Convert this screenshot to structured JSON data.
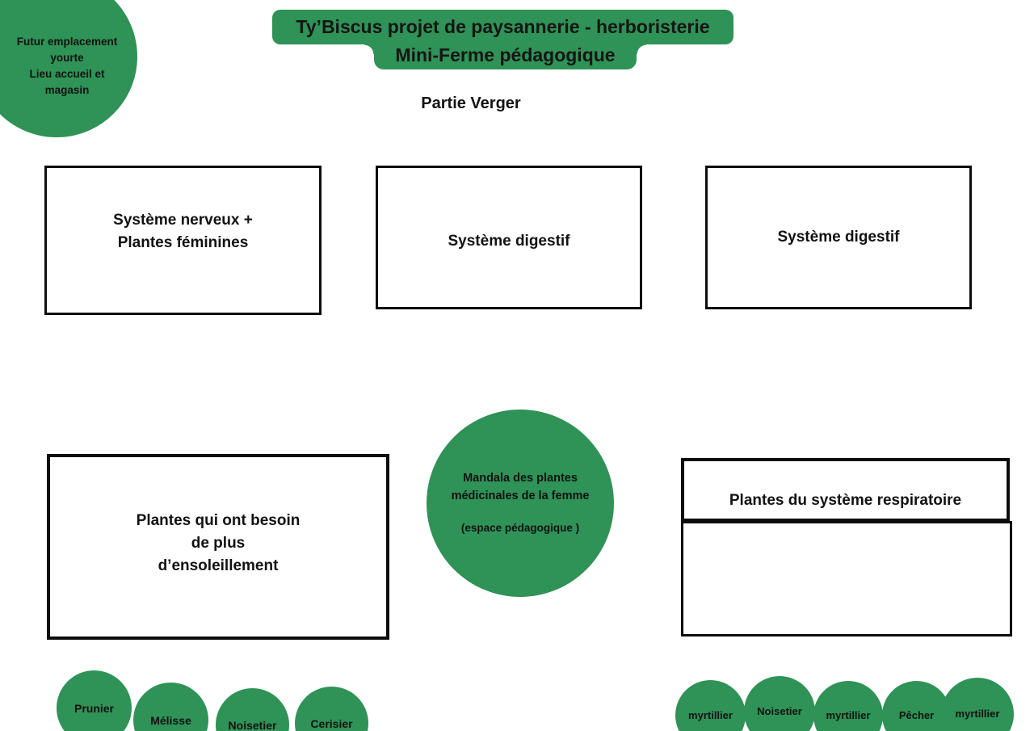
{
  "colors": {
    "green": "#2f9256",
    "ink": "#121212",
    "border": "#0d0d0d",
    "background": "#ffffff"
  },
  "header": {
    "title_line1": "Ty’Biscus projet de paysannerie - herboristerie",
    "title_line2": "Mini-Ferme pédagogique",
    "section_title": "Partie Verger"
  },
  "yurt_circle": {
    "lines": [
      "Futur emplacement",
      "yourte",
      "Lieu accueil et",
      "magasin"
    ]
  },
  "zones": {
    "nervous_feminine": {
      "lines": [
        "Système nerveux +",
        "Plantes féminines"
      ]
    },
    "digestive_center": {
      "label": "Système digestif"
    },
    "digestive_right": {
      "label": "Système digestif"
    },
    "sunlight": {
      "lines": [
        "Plantes qui ont besoin",
        "de plus",
        "d’ensoleillement"
      ]
    },
    "mandala": {
      "lines": [
        "Mandala des plantes",
        "médicinales de la femme"
      ],
      "note": "(espace pédagogique )"
    },
    "respiratory": {
      "label": "Plantes du système respiratoire"
    }
  },
  "orchard_trees_left": [
    "Prunier",
    "Mélisse",
    "Noisetier",
    "Cerisier"
  ],
  "orchard_trees_right": [
    "myrtillier",
    "Noisetier",
    "myrtillier",
    "Pêcher",
    "myrtillier"
  ]
}
